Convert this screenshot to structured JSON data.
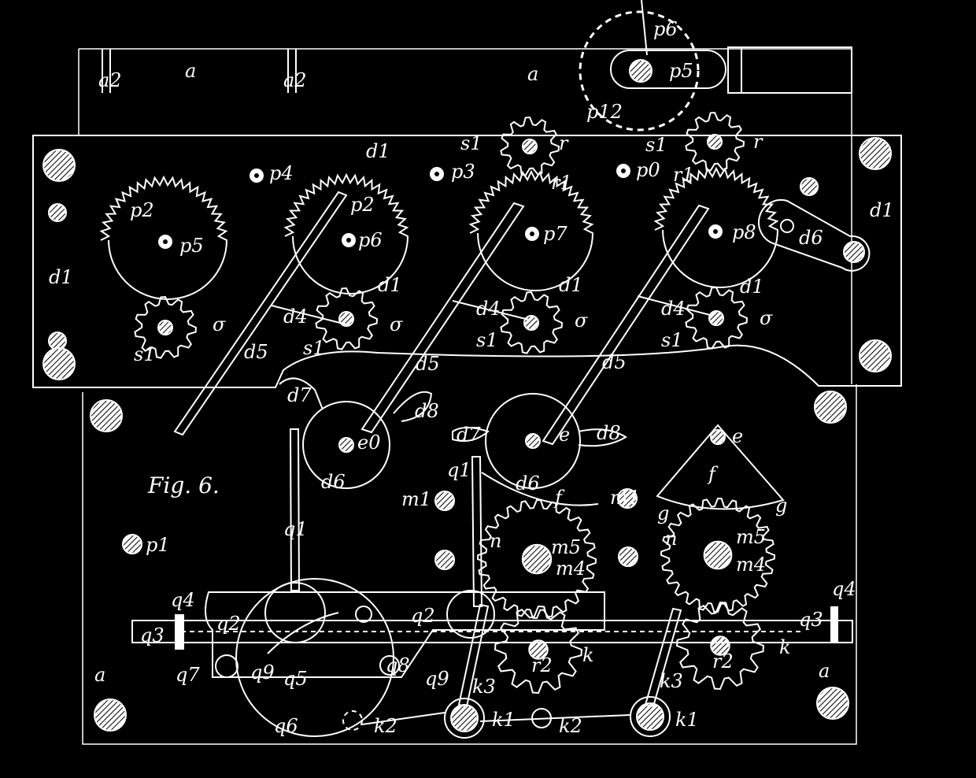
{
  "figure": {
    "caption": "Fig. 6.",
    "labels": {
      "a": "a",
      "a2": "a2",
      "d1": "d1",
      "d4": "d4",
      "d5": "d5",
      "d6": "d6",
      "d7": "d7",
      "d8": "d8",
      "e": "e",
      "e0": "e0",
      "f": "f",
      "g": "g",
      "k": "k",
      "k1": "k1",
      "k2": "k2",
      "k3": "k3",
      "m1": "m1",
      "m4": "m4",
      "m5": "m5",
      "n": "n",
      "p0": "p0",
      "p1": "p1",
      "p2": "p2",
      "p3": "p3",
      "p4": "p4",
      "p5": "p5",
      "p6": "p6",
      "p7": "p7",
      "p8": "p8",
      "p12": "p12",
      "r": "r",
      "r1": "r1",
      "r2": "r2",
      "s1": "s1",
      "sigma": "σ",
      "q1": "q1",
      "q2": "q2",
      "q3": "q3",
      "q4": "q4",
      "q5": "q5",
      "q6": "q6",
      "q7": "q7",
      "q8": "q8",
      "q9": "q9"
    }
  }
}
